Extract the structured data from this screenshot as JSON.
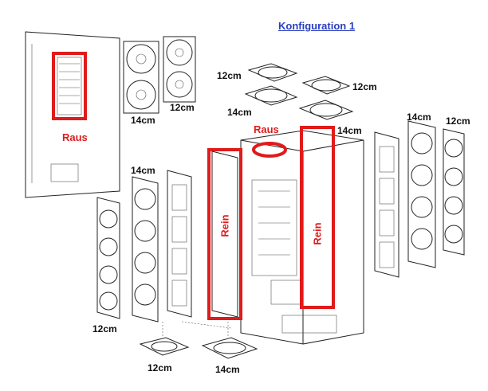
{
  "title": "Konfiguration 1",
  "labels": {
    "outlet_side_panel": "Raus",
    "outlet_top": "Raus",
    "inlet_left": "Rein",
    "inlet_right": "Rein"
  },
  "fan_sizes": {
    "left_panel_fans": "14cm",
    "left_panel_fans_small": "12cm",
    "top_fan_1": "12cm",
    "top_fan_2": "12cm",
    "top_fan_3": "14cm",
    "top_fan_4": "14cm",
    "right_fans_large": "14cm",
    "right_fans_small": "12cm",
    "front_fans_large": "14cm",
    "front_fans_small": "12cm",
    "bottom_fan_small": "12cm",
    "bottom_fan_large": "14cm"
  },
  "colors": {
    "highlight": "#e01b1b",
    "title": "#2a3fbf",
    "line": "#222222"
  }
}
